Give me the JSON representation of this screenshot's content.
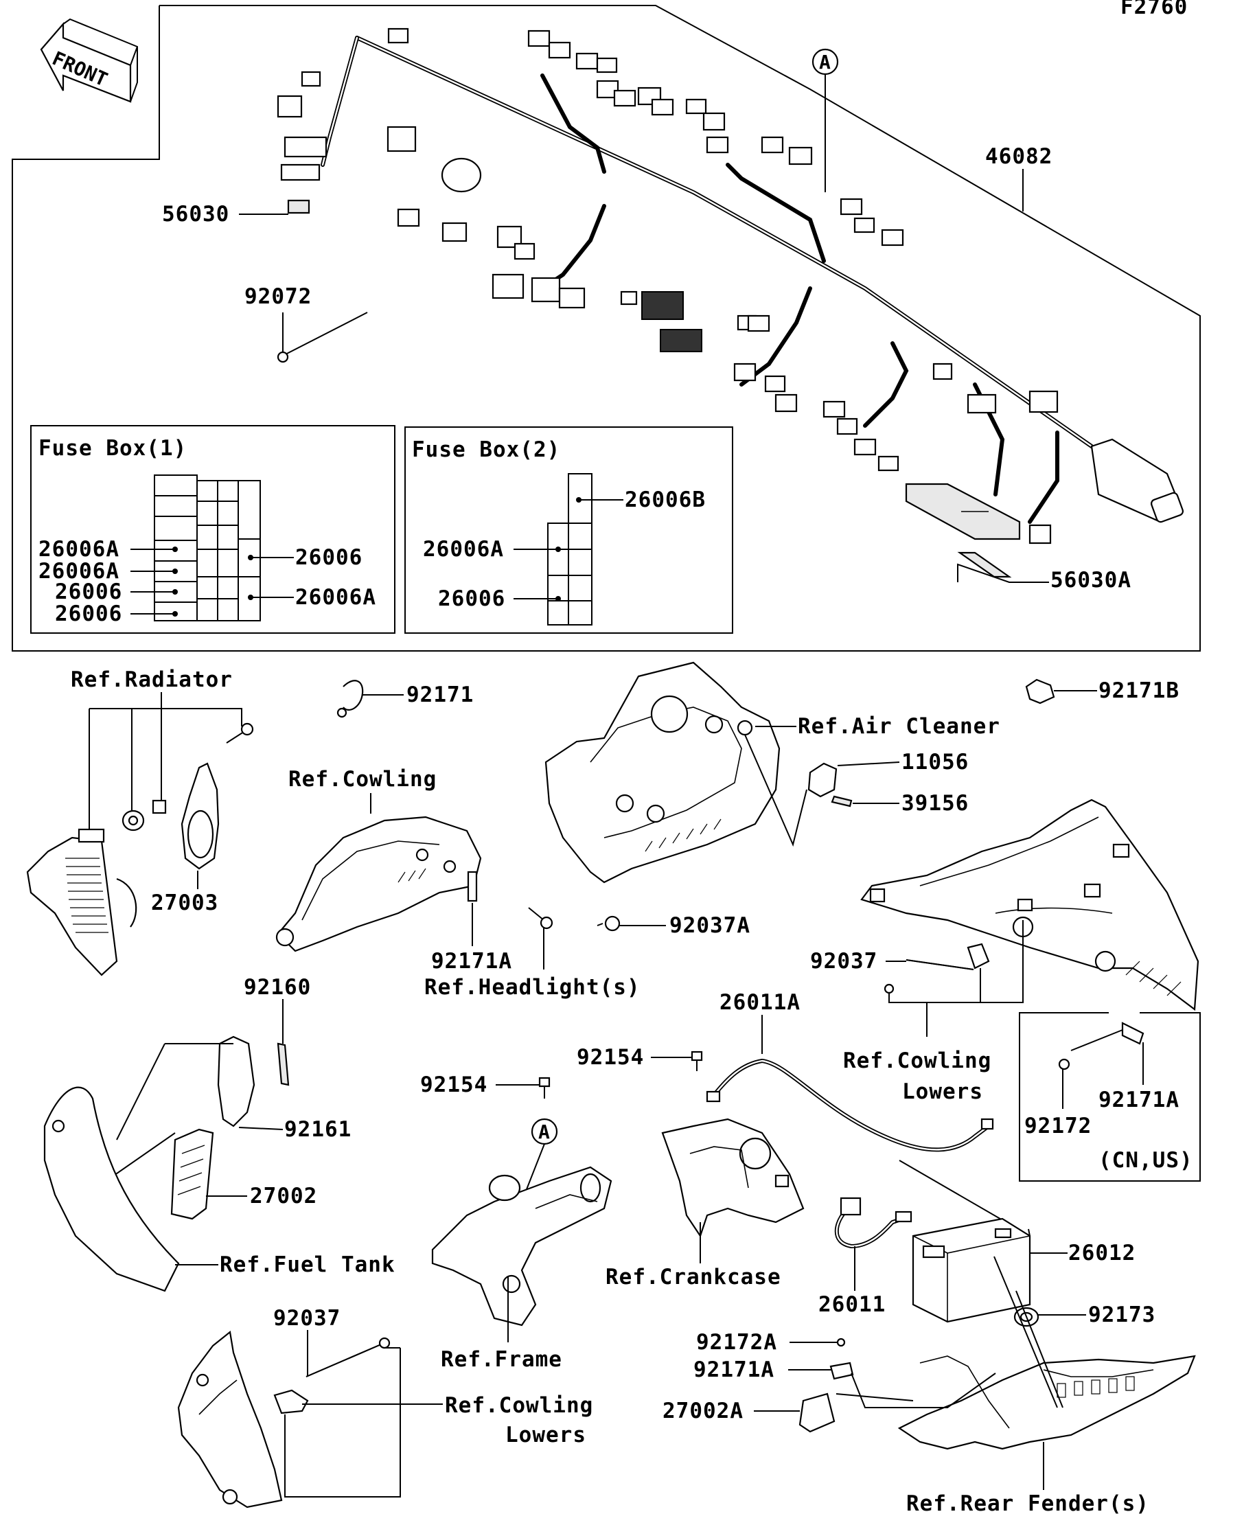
{
  "diagram_code": "F2760",
  "front_label": "FRONT",
  "callout_a": "A",
  "fuse_box_1": {
    "title": "Fuse Box(1)",
    "left_labels": [
      "26006A",
      "26006A",
      "26006",
      "26006"
    ],
    "right_labels": [
      "26006",
      "26006A"
    ]
  },
  "fuse_box_2": {
    "title": "Fuse Box(2)",
    "labels": [
      "26006B",
      "26006A",
      "26006"
    ]
  },
  "labels": {
    "p46082": "46082",
    "p56030": "56030",
    "p92072": "92072",
    "p56030a": "56030A",
    "ref_radiator": "Ref.Radiator",
    "p92171": "92171",
    "p92171b": "92171B",
    "ref_air_cleaner": "Ref.Air Cleaner",
    "p11056": "11056",
    "p39156": "39156",
    "ref_cowling": "Ref.Cowling",
    "p27003": "27003",
    "p92037a": "92037A",
    "p92171a_1": "92171A",
    "ref_headlights": "Ref.Headlight(s)",
    "p92037_1": "92037",
    "p92160": "92160",
    "p26011a": "26011A",
    "ref_cowling_lowers_1a": "Ref.Cowling",
    "ref_cowling_lowers_1b": "Lowers",
    "p92154_1": "92154",
    "p92154_2": "92154",
    "p92171a_2": "92171A",
    "p92172": "92172",
    "cn_us": "(CN,US)",
    "p92161": "92161",
    "p27002": "27002",
    "ref_fuel_tank": "Ref.Fuel Tank",
    "ref_crankcase": "Ref.Crankcase",
    "p26012": "26012",
    "p26011": "26011",
    "p92173": "92173",
    "p92037_2": "92037",
    "ref_frame": "Ref.Frame",
    "p92172a": "92172A",
    "p92171a_3": "92171A",
    "p27002a": "27002A",
    "ref_cowling_lowers_2a": "Ref.Cowling",
    "ref_cowling_lowers_2b": "Lowers",
    "ref_rear_fenders": "Ref.Rear Fender(s)"
  }
}
